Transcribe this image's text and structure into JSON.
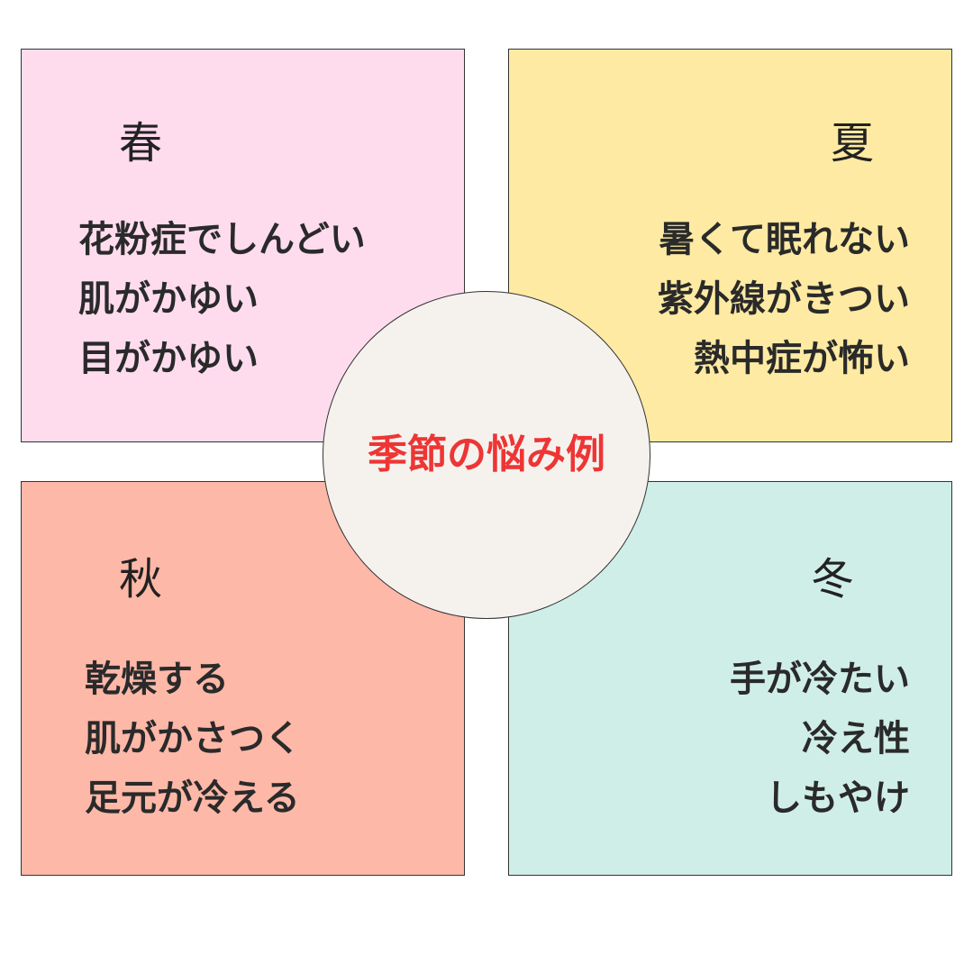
{
  "center": {
    "title": "季節の悩み例",
    "color": "#ee3535",
    "fill": "#f5f2ee"
  },
  "quadrants": {
    "spring": {
      "season": "春",
      "color": "#fedcee",
      "items": [
        "花粉症でしんどい",
        "肌がかゆい",
        "目がかゆい"
      ]
    },
    "summer": {
      "season": "夏",
      "color": "#feeaa2",
      "items": [
        "暑くて眠れない",
        "紫外線がきつい",
        "熱中症が怖い"
      ]
    },
    "autumn": {
      "season": "秋",
      "color": "#feb8a8",
      "items": [
        "乾燥する",
        "肌がかさつく",
        "足元が冷える"
      ]
    },
    "winter": {
      "season": "冬",
      "color": "#d0eee8",
      "items": [
        "手が冷たい",
        "冷え性",
        "しもやけ"
      ]
    }
  }
}
